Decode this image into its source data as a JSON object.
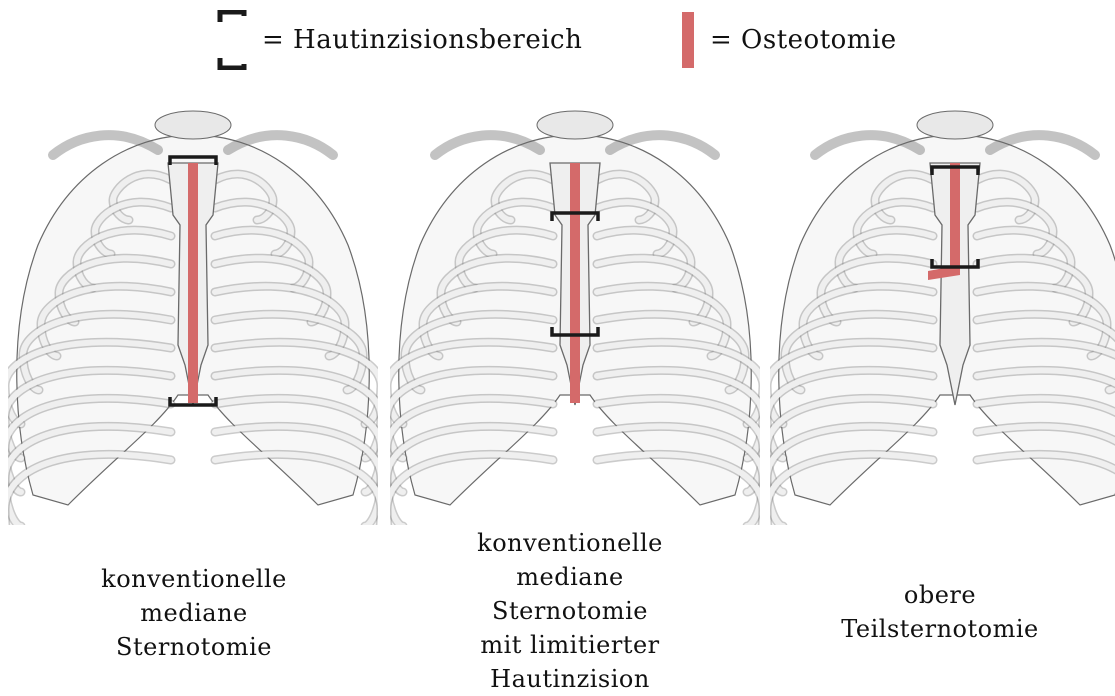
{
  "legend": {
    "incision_label": "= Hautinzisionsbereich",
    "osteotomy_label": "= Osteotomie"
  },
  "colors": {
    "osteotomy": "#d46a6a",
    "bracket": "#1a1a1a",
    "bone_fill": "#efefef",
    "bone_stroke": "#6a6a6a"
  },
  "panels": [
    {
      "caption_lines": [
        "konventionelle",
        "mediane",
        "Sternotomie"
      ],
      "incision": "full",
      "osteotomy": "full"
    },
    {
      "caption_lines": [
        "konventionelle",
        "mediane",
        "Sternotomie",
        "mit limitierter",
        "Hautinzision"
      ],
      "incision": "limited",
      "osteotomy": "full"
    },
    {
      "caption_lines": [
        "obere",
        "Teilsternotomie"
      ],
      "incision": "upper",
      "osteotomy": "upper"
    }
  ]
}
